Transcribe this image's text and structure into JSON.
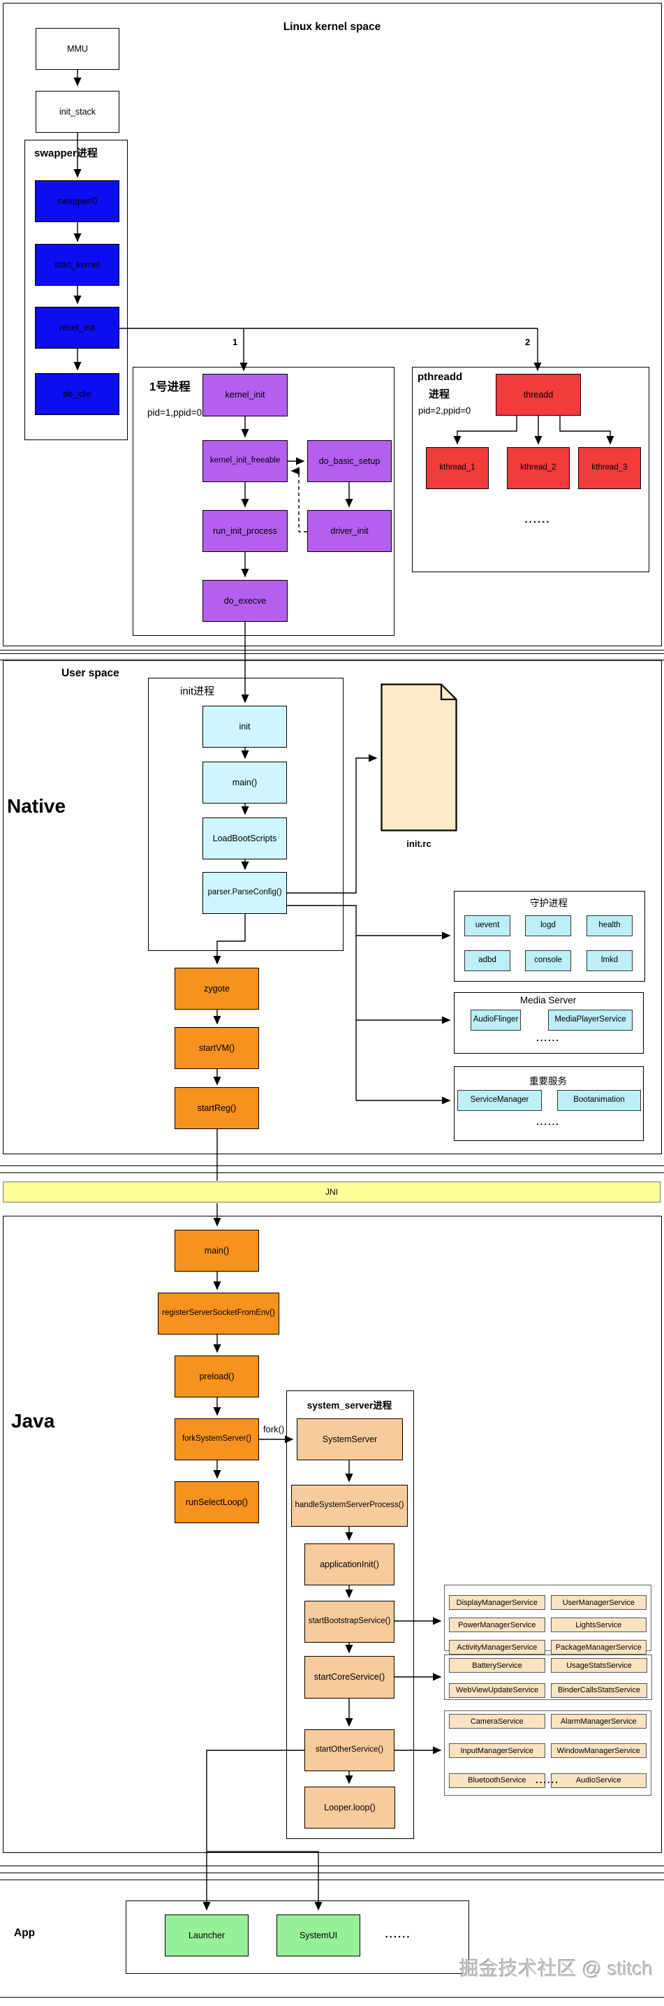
{
  "kernel": {
    "title": "Linux kernel space",
    "mmu": "MMU",
    "init_stack": "init_stack",
    "branch_labels": {
      "one": "1",
      "two": "2"
    },
    "swapper": {
      "title": "swapper进程",
      "nodes": [
        "swapper/0",
        "start_kernel",
        "reset_init",
        "do_idle"
      ]
    },
    "proc1": {
      "title": "1号进程",
      "pid": "pid=1,ppid=0",
      "kernel_init": "kernel_init",
      "kernel_init_freeable": "kernel_init_freeable",
      "do_basic_setup": "do_basic_setup",
      "run_init_process": "run_init_process",
      "driver_init": "driver_init",
      "do_execve": "do_execve"
    },
    "pthreadd": {
      "title_line1": "pthreadd",
      "title_line2": "进程",
      "pid": "pid=2,ppid=0",
      "root": "threadd",
      "children": [
        "kthread_1",
        "kthread_2",
        "kthread_3"
      ],
      "dots": "......"
    }
  },
  "native": {
    "user_space": "User space",
    "section_label": "Native",
    "init_proc": {
      "title": "init进程",
      "nodes": [
        "init",
        "main()",
        "LoadBootScripts",
        "parser.ParseConfig()"
      ]
    },
    "init_rc": "init.rc",
    "daemons": {
      "title": "守护进程",
      "items": [
        "uevent",
        "logd",
        "health",
        "adbd",
        "console",
        "lmkd"
      ]
    },
    "media_server": {
      "title": "Media Server",
      "items": [
        "AudioFlinger",
        "MediaPlayerService"
      ],
      "dots": "......"
    },
    "core_services": {
      "title": "重要服务",
      "items": [
        "ServiceManager",
        "Bootanimation"
      ],
      "dots": "......"
    },
    "zygote_chain": [
      "zygote",
      "startVM()",
      "startReg()"
    ]
  },
  "jni": {
    "label": "JNI"
  },
  "java": {
    "section_label": "Java",
    "chain": [
      "main()",
      "registerServerSocketFromEnv()",
      "preload()",
      "forkSystemServer()",
      "runSelectLoop()"
    ],
    "fork_label": "fork()",
    "system_server": {
      "title": "system_server进程",
      "nodes": [
        "SystemServer",
        "handleSystemServerProcess()",
        "applicationInit()",
        "startBootstrapService()",
        "startCoreService()",
        "startOtherService()",
        "Looper.loop()"
      ]
    },
    "bootstrap_services": [
      "DisplayManagerService",
      "UserManagerService",
      "PowerManagerService",
      "LightsService",
      "ActivityManagerService",
      "PackageManagerService"
    ],
    "core_services": [
      "BatteryService",
      "UsageStatsService",
      "WebViewUpdateService",
      "BinderCallsStatsService"
    ],
    "other_services": [
      "CameraService",
      "AlarmManagerService",
      "InputManagerService",
      "WindowManagerService",
      "BluetoothService",
      "AudioService"
    ],
    "other_dots": "......"
  },
  "app": {
    "section_label": "App",
    "items": [
      "Launcher",
      "SystemUI"
    ],
    "dots": "......"
  },
  "watermark": "掘金技术社区 @ stitch",
  "colors": {
    "blue": "#0D0DF2",
    "purple": "#B45FF0",
    "red": "#F23B3B",
    "cyan": "#CFF6FF",
    "cyan_small": "#BDEFF7",
    "orange": "#F7921E",
    "tan": "#F8CB9C",
    "tan_small": "#FAE3C1",
    "green": "#97F097",
    "document": "#FCEBC9",
    "jni_bar": "#FFFF99"
  }
}
